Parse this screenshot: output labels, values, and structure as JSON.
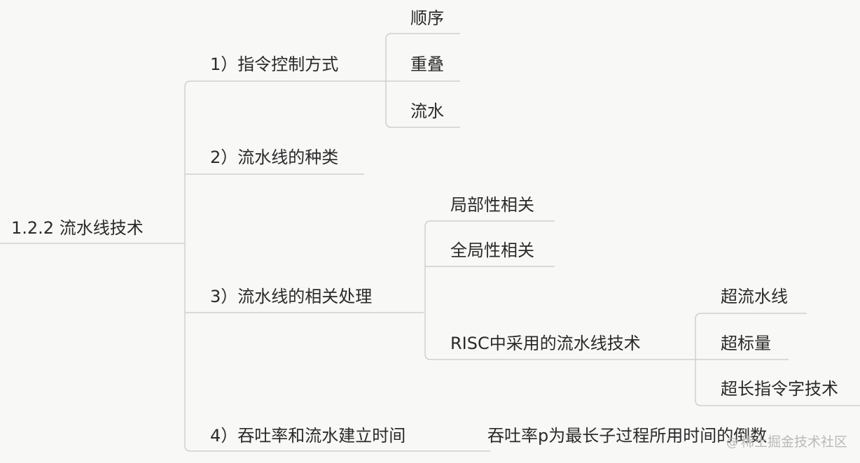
{
  "root": {
    "label": "1.2.2 流水线技术"
  },
  "branches": [
    {
      "label": "1）指令控制方式",
      "children": [
        {
          "label": "顺序"
        },
        {
          "label": "重叠"
        },
        {
          "label": "流水"
        }
      ]
    },
    {
      "label": "2）流水线的种类"
    },
    {
      "label": "3）流水线的相关处理",
      "children": [
        {
          "label": "局部性相关"
        },
        {
          "label": "全局性相关"
        },
        {
          "label": "RISC中采用的流水线技术",
          "children": [
            {
              "label": "超流水线"
            },
            {
              "label": "超标量"
            },
            {
              "label": "超长指令字技术"
            }
          ]
        }
      ]
    },
    {
      "label": "4）吞吐率和流水建立时间",
      "children": [
        {
          "label": "吞吐率p为最长子过程所用时间的倒数"
        }
      ]
    }
  ],
  "watermark": {
    "icon": "at-icon",
    "glyph": "@",
    "text": "稀土掘金技术社区"
  },
  "colors": {
    "line": "#cfcfcf",
    "background": "#f8f8f7",
    "text": "#2a2a2a"
  }
}
